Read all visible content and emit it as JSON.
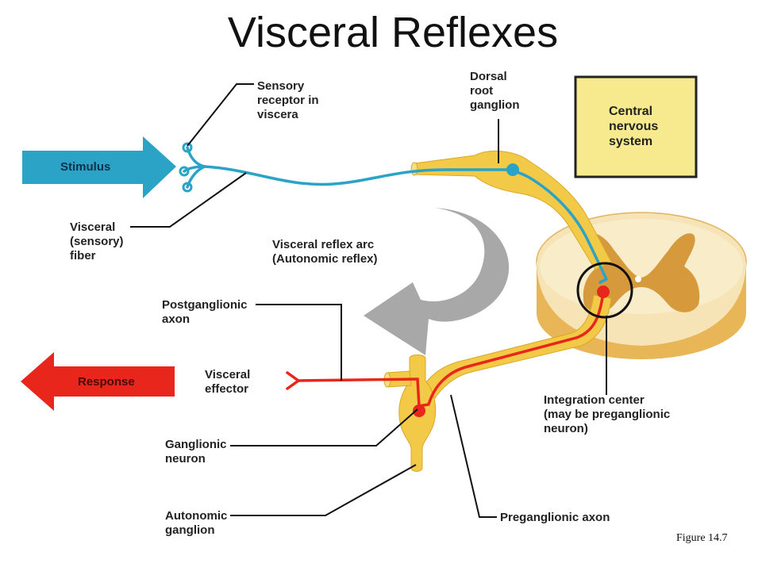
{
  "title": "Visceral Reflexes",
  "labels": {
    "sensory_receptor": "Sensory\nreceptor in\nviscera",
    "dorsal_root_ganglion": "Dorsal\nroot\nganglion",
    "cns": "Central\nnervous\nsystem",
    "stimulus": "Stimulus",
    "visceral_fiber": "Visceral\n(sensory)\nfiber",
    "reflex_arc": "Visceral reflex arc",
    "autonomic_reflex": "(Autonomic reflex)",
    "postganglionic_axon": "Postganglionic\naxon",
    "response": "Response",
    "visceral_effector": "Visceral\neffector",
    "integration_center": "Integration center\n(may be preganglionic\nneuron)",
    "ganglionic_neuron": "Ganglionic\nneuron",
    "autonomic_ganglion": "Autonomic\nganglion",
    "preganglionic_axon": "Preganglionic axon",
    "figure": "Figure 14.7"
  },
  "colors": {
    "sensory": "#2ba3c6",
    "motor": "#e8261c",
    "ganglion": "#f3c948",
    "cns_box": "#f7e98e",
    "gray_matter": "#d69a3c",
    "white_matter": "#f6e3b6",
    "arc_arrow": "#9a9a9a"
  }
}
